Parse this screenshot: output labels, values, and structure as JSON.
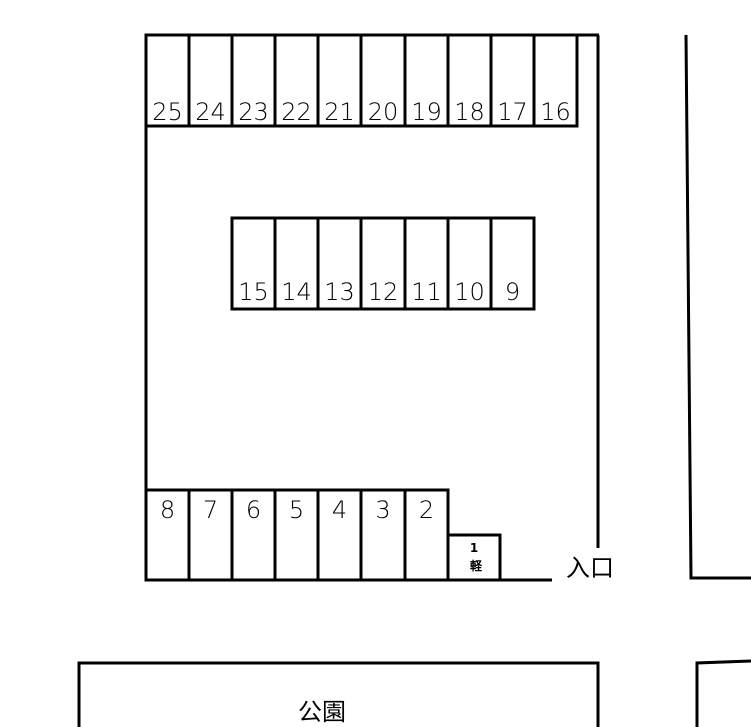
{
  "top_row": [
    "25",
    "24",
    "23",
    "22",
    "21",
    "20",
    "19",
    "18",
    "17",
    "16"
  ],
  "middle_row": [
    "15",
    "14",
    "13",
    "12",
    "11",
    "10",
    "9"
  ],
  "bottom_row": [
    "8",
    "7",
    "6",
    "5",
    "4",
    "3",
    "2"
  ],
  "kei_space": {
    "number": "1",
    "type": "軽"
  },
  "entrance_label": "入口",
  "park_label": "公園"
}
